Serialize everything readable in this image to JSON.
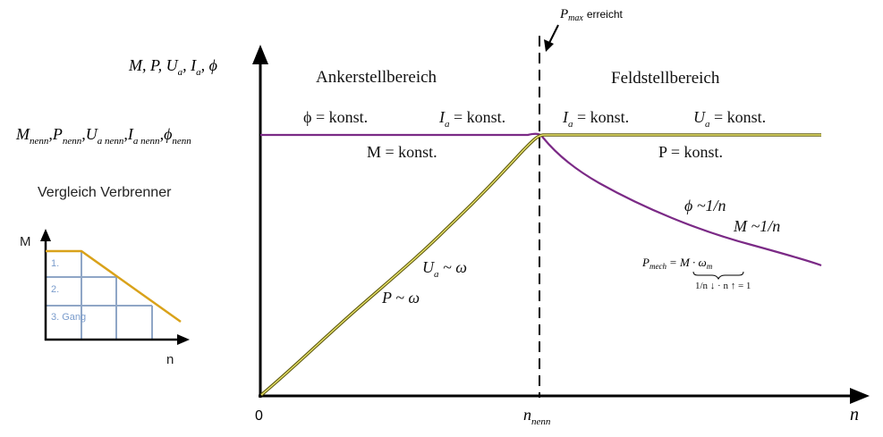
{
  "regions": {
    "left": "Ankerstellbereich",
    "right": "Feldstellbereich"
  },
  "pmax": {
    "symbol": "P",
    "sub": "max",
    "text": "erreicht"
  },
  "y_axis_label": "M, P, U",
  "y_axis_label_sub_a": "a",
  "y_axis_label_mid": ", I",
  "y_axis_label_sub_b": "a",
  "y_axis_label_end": ", ϕ",
  "rated_label": {
    "M": "M",
    "M_sub": "nenn",
    "P": "P",
    "P_sub": "nenn",
    "U": "U",
    "U_sub": "a nenn",
    "I": "I",
    "I_sub": "a nenn",
    "phi": "ϕ",
    "phi_sub": "nenn"
  },
  "const_labels": {
    "phi_const": "ϕ = konst.",
    "Ia_const_left_sym": "I",
    "Ia_const_left_sub": "a",
    "Ia_const_left_rest": " = konst.",
    "Ia_const_right_sym": "I",
    "Ia_const_right_sub": "a",
    "Ia_const_right_rest": " = konst.",
    "Ua_const_sym": "U",
    "Ua_const_sub": "a",
    "Ua_const_rest": " = konst.",
    "M_const": "M = konst.",
    "P_const": "P = konst."
  },
  "relations": {
    "Ua_sym": "U",
    "Ua_sub": "a",
    "Ua_rest": " ~ ω",
    "P_omega": "P ~ ω",
    "phi_1n": "ϕ ~1/n",
    "M_1n": "M ~1/n"
  },
  "pmech": {
    "lhs": "P",
    "lhs_sub": "mech",
    "rhs": "= M · ω",
    "rhs_sub": "m",
    "under": "1/n ↓ · n ↑ = 1"
  },
  "x_axis": {
    "origin": "0",
    "n_nenn": "n",
    "n_nenn_sub": "nenn",
    "n": "n"
  },
  "inset": {
    "title": "Vergleich Verbrenner",
    "y_label": "M",
    "x_label": "n",
    "gears": [
      "1.",
      "2.",
      "3. Gang"
    ]
  },
  "colors": {
    "purple": "#7b2a86",
    "yellow": "#c8c23a",
    "gold": "#d9a21a",
    "grid_blue": "#8fa6c6",
    "gear_text": "#7a9ccc"
  }
}
